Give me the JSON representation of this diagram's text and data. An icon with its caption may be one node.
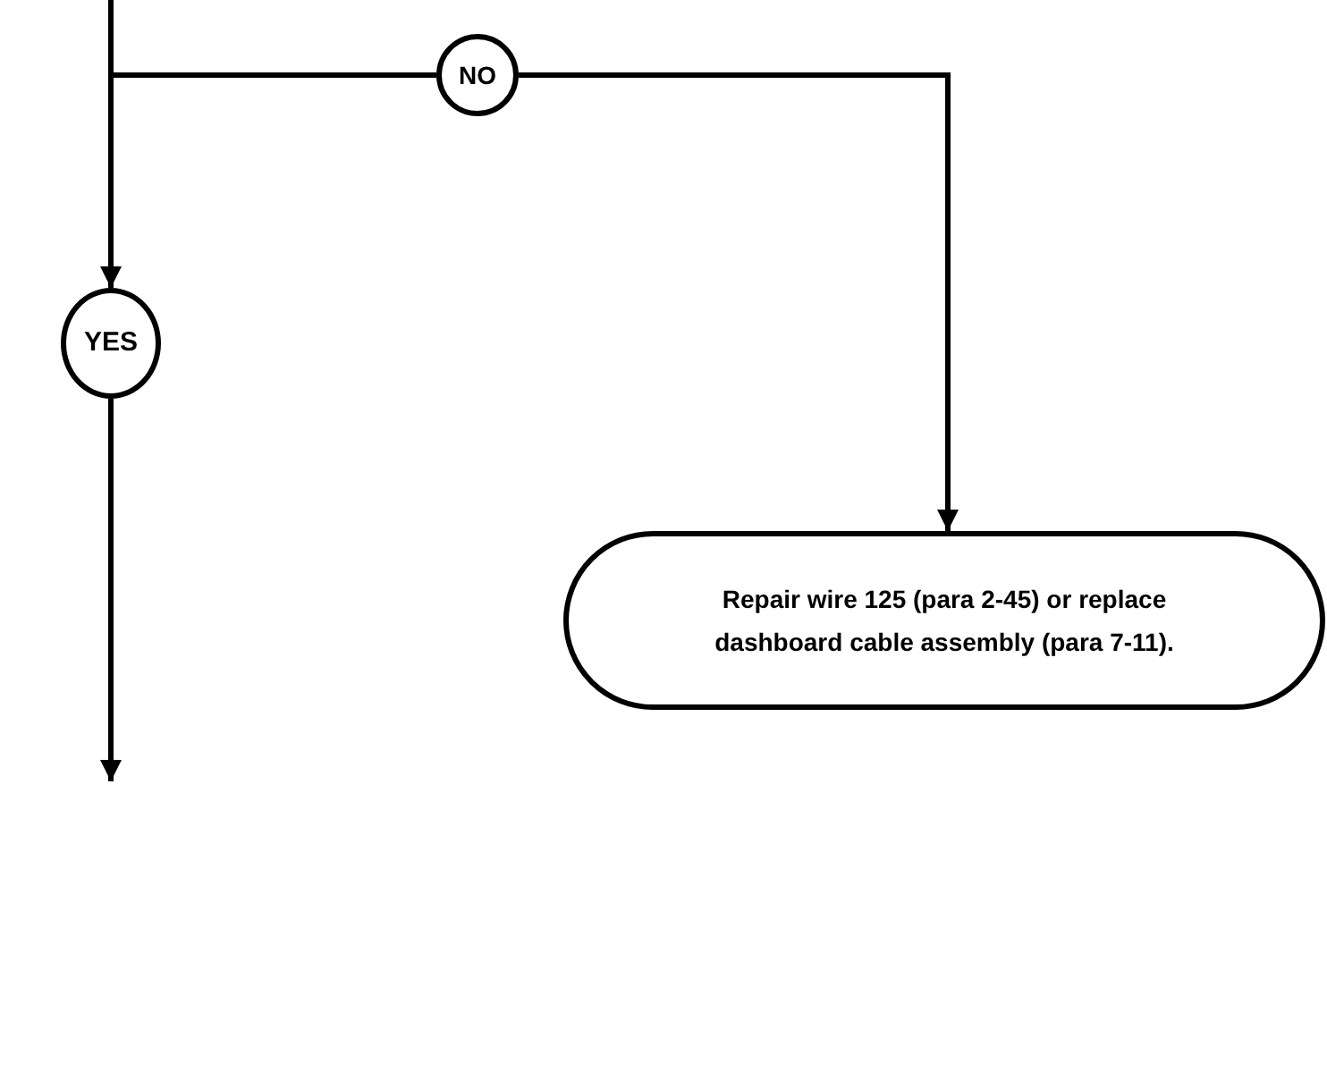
{
  "diagram": {
    "nodes": [
      {
        "text": [
          "NO"
        ]
      },
      {
        "text": [
          "YES"
        ]
      },
      {
        "text": [
          "Repair wire 125 (para 2-45) or replace dashboard cable assembly (para 7-11)."
        ]
      }
    ],
    "edges": [
      {
        "from": null,
        "to": 1,
        "arrow": "to"
      },
      {
        "from": null,
        "to": 0,
        "arrow": "none"
      },
      {
        "from": 0,
        "to": 2,
        "arrow": "to"
      },
      {
        "from": 1,
        "to": null,
        "arrow": "to"
      }
    ]
  }
}
